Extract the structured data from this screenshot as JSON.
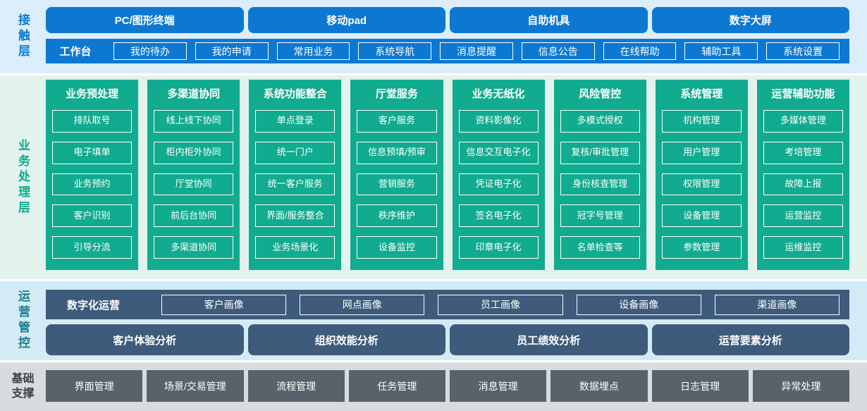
{
  "colors": {
    "contact_blue": "#0d78d2",
    "business_teal": "#11ab8f",
    "ops_slate_blue": "#3e5b7b",
    "foundation_gray": "#59626b",
    "band_contact_bg": "#dcedfb",
    "band_business_bg": "#e2f3ed",
    "band_ops_bg": "#d3ebf6",
    "band_foundation_bg": "#d9dcdf"
  },
  "layers": {
    "contact": {
      "label": "接触层",
      "terminals": [
        "PC/图形终端",
        "移动pad",
        "自助机具",
        "数字大屏"
      ],
      "workbench": {
        "label": "工作台",
        "items": [
          "我的待办",
          "我的申请",
          "常用业务",
          "系统导航",
          "消息提醒",
          "信息公告",
          "在线帮助",
          "辅助工具",
          "系统设置"
        ]
      }
    },
    "business": {
      "label": "业务处理层",
      "columns": [
        {
          "title": "业务预处理",
          "items": [
            "排队取号",
            "电子填单",
            "业务预约",
            "客户识别",
            "引导分流"
          ]
        },
        {
          "title": "多渠道协同",
          "items": [
            "线上线下协同",
            "柜内柜外协同",
            "厅堂协同",
            "前后台协同",
            "多渠道协同"
          ]
        },
        {
          "title": "系统功能整合",
          "items": [
            "单点登录",
            "统一门户",
            "统一客户服务",
            "界面/服务整合",
            "业务场景化"
          ]
        },
        {
          "title": "厅堂服务",
          "items": [
            "客户服务",
            "信息预填/预审",
            "营销服务",
            "秩序维护",
            "设备监控"
          ]
        },
        {
          "title": "业务无纸化",
          "items": [
            "资料影像化",
            "信息交互电子化",
            "凭证电子化",
            "签名电子化",
            "印章电子化"
          ]
        },
        {
          "title": "风险管控",
          "items": [
            "多模式授权",
            "复核/审批管理",
            "身份核查管理",
            "冠字号管理",
            "名单检查等"
          ]
        },
        {
          "title": "系统管理",
          "items": [
            "机构管理",
            "用户管理",
            "权限管理",
            "设备管理",
            "参数管理"
          ]
        },
        {
          "title": "运营辅助功能",
          "items": [
            "多媒体管理",
            "考培管理",
            "故障上报",
            "运营监控",
            "运维监控"
          ]
        }
      ]
    },
    "operations": {
      "label": "运营管控",
      "digital_row": {
        "label": "数字化运营",
        "items": [
          "客户画像",
          "网点画像",
          "员工画像",
          "设备画像",
          "渠道画像"
        ]
      },
      "analysis_row": [
        "客户体验分析",
        "组织效能分析",
        "员工绩效分析",
        "运营要素分析"
      ]
    },
    "foundation": {
      "label_lines": [
        "基础",
        "支撑"
      ],
      "items": [
        "界面管理",
        "场景/交易管理",
        "流程管理",
        "任务管理",
        "消息管理",
        "数据埋点",
        "日志管理",
        "异常处理"
      ]
    }
  }
}
